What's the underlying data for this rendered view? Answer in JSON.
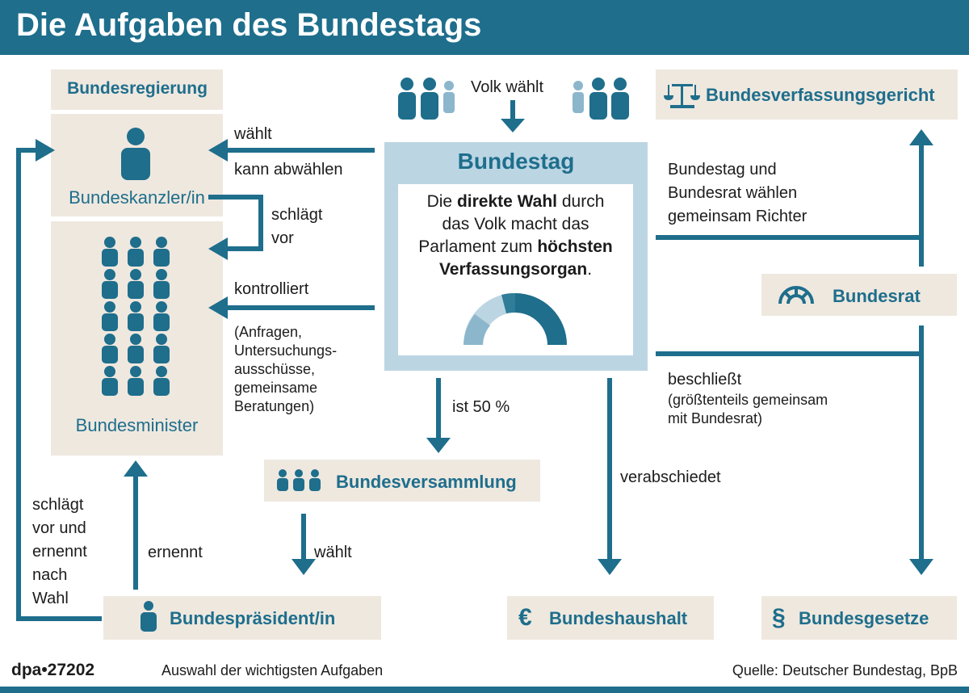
{
  "header": {
    "title": "Die Aufgaben des Bundestags"
  },
  "colors": {
    "accent": "#1e6e8c",
    "box_bg": "#efe8df",
    "bundestag_frame": "#bcd5e3",
    "light_figure": "#8cb6cc"
  },
  "nodes": {
    "bundesregierung": "Bundesregierung",
    "kanzler": "Bundeskanzler/in",
    "minister": "Bundesminister",
    "bundestag_title": "Bundestag",
    "bundestag_text": {
      "l1_pre": "Die ",
      "l1_bold": "direkte Wahl",
      "l1_post": " durch",
      "l2": "das Volk macht das",
      "l3_pre": "Parlament zum ",
      "l3_bold": "höchsten",
      "l4_bold": "Verfassungsorgan",
      "l4_post": "."
    },
    "verfassungsgericht": "Bundesverfassungsgericht",
    "bundesrat": "Bundesrat",
    "bundesversammlung": "Bundesversammlung",
    "praesident": "Bundespräsident/in",
    "haushalt": "Bundeshaushalt",
    "gesetze": "Bundesgesetze"
  },
  "labels": {
    "volk_waehlt": "Volk wählt",
    "waehlt": "wählt",
    "kann_abwaehlen": "kann abwählen",
    "schlaegt_vor": [
      "schlägt",
      "vor"
    ],
    "kontrolliert": "kontrolliert",
    "kontrolliert_detail": [
      "(Anfragen,",
      "Untersuchungs-",
      "ausschüsse,",
      "gemeinsame",
      "Beratungen)"
    ],
    "richter": [
      "Bundestag und",
      "Bundesrat wählen",
      "gemeinsam Richter"
    ],
    "beschliesst": "beschließt",
    "beschliesst_detail": [
      "(größtenteils gemeinsam",
      "mit Bundesrat)"
    ],
    "ist_50": "ist 50 %",
    "verabschiedet": "verabschiedet",
    "waehlt_bv": "wählt",
    "ernennt": "ernennt",
    "schlaegt_ernennt": [
      "schlägt",
      "vor und",
      "ernennt",
      "nach",
      "Wahl"
    ]
  },
  "icons": {
    "people": "people-icon",
    "person": "person-icon",
    "scales": "scales-icon",
    "gauge": "gauge-icon",
    "euro": "€",
    "paragraph": "§"
  },
  "footer": {
    "brand": "dpa•27202",
    "note": "Auswahl der wichtigsten Aufgaben",
    "source": "Quelle: Deutscher Bundestag, BpB"
  }
}
